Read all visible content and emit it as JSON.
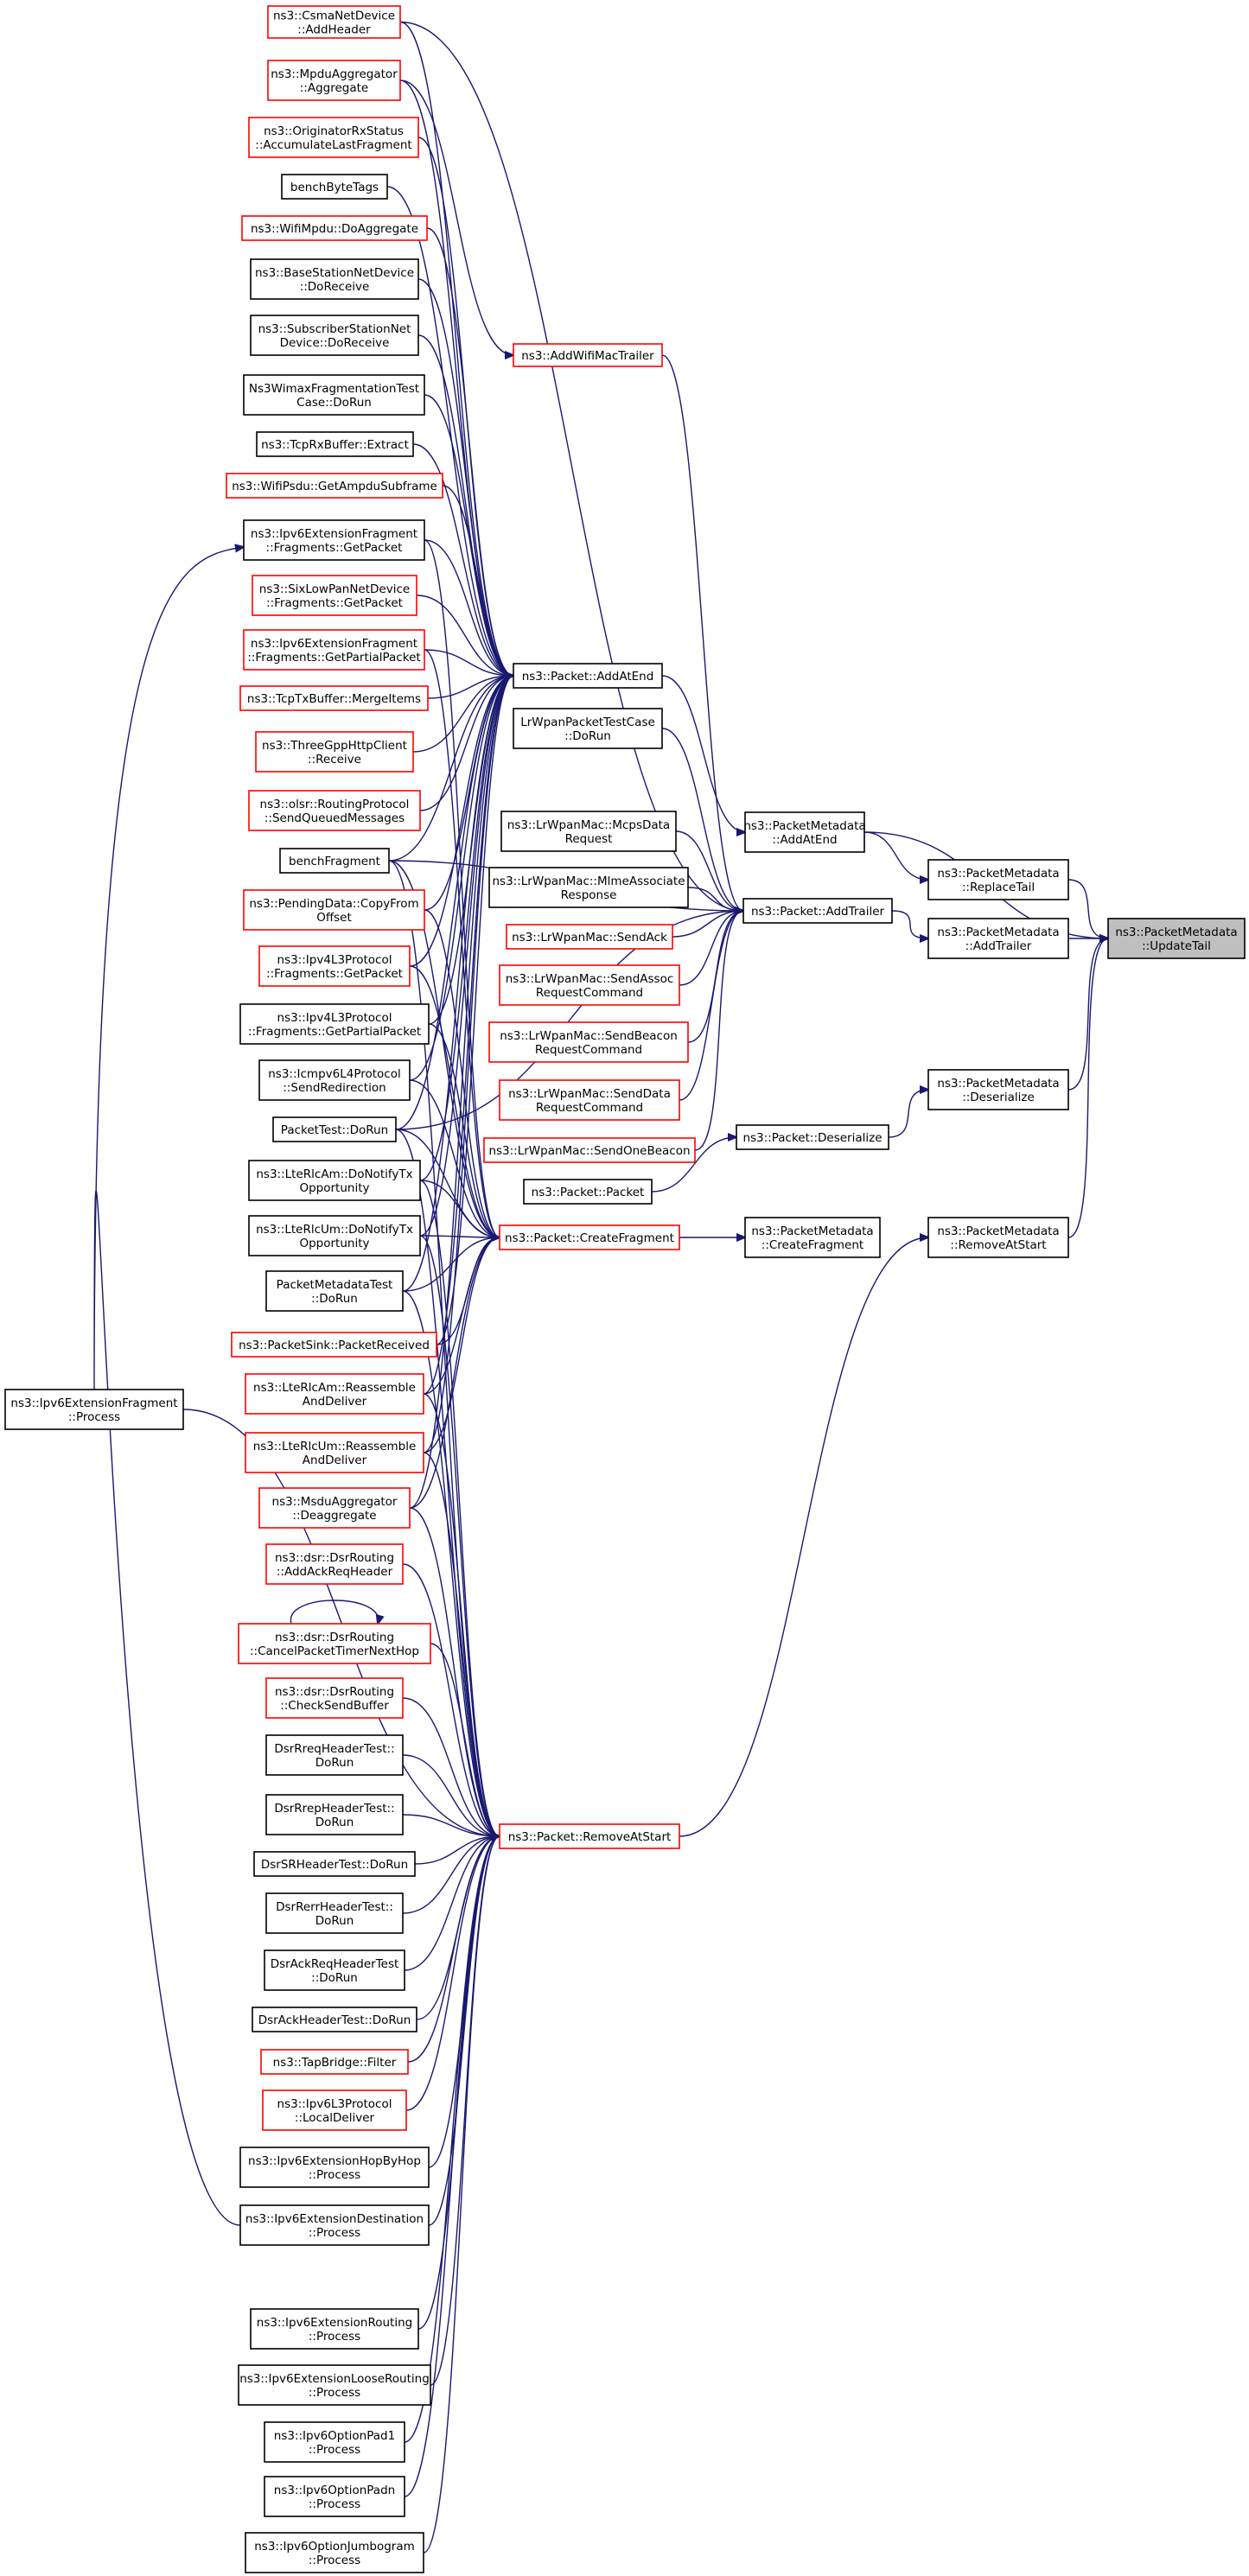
{
  "diagram": {
    "title": "",
    "colors": {
      "edge": "#191970",
      "linked_border": "#ff0000",
      "plain_border": "#000000",
      "selected_fill": "#bfbfbf"
    },
    "nodes": [
      {
        "id": "n1",
        "lines": [
          "ns3::CsmaNetDevice",
          "::AddHeader"
        ],
        "style": "red"
      },
      {
        "id": "n2",
        "lines": [
          "ns3::MpduAggregator",
          "::Aggregate"
        ],
        "style": "red"
      },
      {
        "id": "n3",
        "lines": [
          "ns3::OriginatorRxStatus",
          "::AccumulateLastFragment"
        ],
        "style": "red"
      },
      {
        "id": "n4",
        "lines": [
          "benchByteTags"
        ],
        "style": "black"
      },
      {
        "id": "n5",
        "lines": [
          "ns3::WifiMpdu::DoAggregate"
        ],
        "style": "red"
      },
      {
        "id": "n6",
        "lines": [
          "ns3::BaseStationNetDevice",
          "::DoReceive"
        ],
        "style": "black"
      },
      {
        "id": "n7",
        "lines": [
          "ns3::SubscriberStationNet",
          "Device::DoReceive"
        ],
        "style": "black"
      },
      {
        "id": "n8",
        "lines": [
          "Ns3WimaxFragmentationTest",
          "Case::DoRun"
        ],
        "style": "black"
      },
      {
        "id": "n9",
        "lines": [
          "ns3::TcpRxBuffer::Extract"
        ],
        "style": "black"
      },
      {
        "id": "n10",
        "lines": [
          "ns3::WifiPsdu::GetAmpduSubframe"
        ],
        "style": "red"
      },
      {
        "id": "n11",
        "lines": [
          "ns3::Ipv6ExtensionFragment",
          "::Fragments::GetPacket"
        ],
        "style": "black"
      },
      {
        "id": "n12",
        "lines": [
          "ns3::SixLowPanNetDevice",
          "::Fragments::GetPacket"
        ],
        "style": "red"
      },
      {
        "id": "n13",
        "lines": [
          "ns3::Ipv6ExtensionFragment",
          "::Fragments::GetPartialPacket"
        ],
        "style": "red"
      },
      {
        "id": "n14",
        "lines": [
          "ns3::TcpTxBuffer::MergeItems"
        ],
        "style": "red"
      },
      {
        "id": "n15",
        "lines": [
          "ns3::ThreeGppHttpClient",
          "::Receive"
        ],
        "style": "red"
      },
      {
        "id": "n16",
        "lines": [
          "ns3::olsr::RoutingProtocol",
          "::SendQueuedMessages"
        ],
        "style": "red"
      },
      {
        "id": "n17",
        "lines": [
          "benchFragment"
        ],
        "style": "black"
      },
      {
        "id": "n18",
        "lines": [
          "ns3::PendingData::CopyFrom",
          "Offset"
        ],
        "style": "red"
      },
      {
        "id": "n19",
        "lines": [
          "ns3::Ipv4L3Protocol",
          "::Fragments::GetPacket"
        ],
        "style": "red"
      },
      {
        "id": "n20",
        "lines": [
          "ns3::Ipv4L3Protocol",
          "::Fragments::GetPartialPacket"
        ],
        "style": "black"
      },
      {
        "id": "n21",
        "lines": [
          "ns3::Icmpv6L4Protocol",
          "::SendRedirection"
        ],
        "style": "black"
      },
      {
        "id": "n22",
        "lines": [
          "PacketTest::DoRun"
        ],
        "style": "black"
      },
      {
        "id": "n23",
        "lines": [
          "ns3::LteRlcAm::DoNotifyTx",
          "Opportunity"
        ],
        "style": "black"
      },
      {
        "id": "n24",
        "lines": [
          "ns3::LteRlcUm::DoNotifyTx",
          "Opportunity"
        ],
        "style": "black"
      },
      {
        "id": "n25",
        "lines": [
          "PacketMetadataTest",
          "::DoRun"
        ],
        "style": "black"
      },
      {
        "id": "n26",
        "lines": [
          "ns3::PacketSink::PacketReceived"
        ],
        "style": "red"
      },
      {
        "id": "n27",
        "lines": [
          "ns3::LteRlcAm::Reassemble",
          "AndDeliver"
        ],
        "style": "red"
      },
      {
        "id": "n28",
        "lines": [
          "ns3::LteRlcUm::Reassemble",
          "AndDeliver"
        ],
        "style": "red"
      },
      {
        "id": "n29",
        "lines": [
          "ns3::MsduAggregator",
          "::Deaggregate"
        ],
        "style": "red"
      },
      {
        "id": "n30",
        "lines": [
          "ns3::dsr::DsrRouting",
          "::AddAckReqHeader"
        ],
        "style": "red"
      },
      {
        "id": "n31",
        "lines": [
          "ns3::dsr::DsrRouting",
          "::CancelPacketTimerNextHop"
        ],
        "style": "red"
      },
      {
        "id": "n32",
        "lines": [
          "ns3::dsr::DsrRouting",
          "::CheckSendBuffer"
        ],
        "style": "red"
      },
      {
        "id": "n33",
        "lines": [
          "DsrRreqHeaderTest::",
          "DoRun"
        ],
        "style": "black"
      },
      {
        "id": "n34",
        "lines": [
          "DsrRrepHeaderTest::",
          "DoRun"
        ],
        "style": "black"
      },
      {
        "id": "n35",
        "lines": [
          "DsrSRHeaderTest::DoRun"
        ],
        "style": "black"
      },
      {
        "id": "n36",
        "lines": [
          "DsrRerrHeaderTest::",
          "DoRun"
        ],
        "style": "black"
      },
      {
        "id": "n37",
        "lines": [
          "DsrAckReqHeaderTest",
          "::DoRun"
        ],
        "style": "black"
      },
      {
        "id": "n38",
        "lines": [
          "DsrAckHeaderTest::DoRun"
        ],
        "style": "black"
      },
      {
        "id": "n39",
        "lines": [
          "ns3::TapBridge::Filter"
        ],
        "style": "red"
      },
      {
        "id": "n40",
        "lines": [
          "ns3::Ipv6L3Protocol",
          "::LocalDeliver"
        ],
        "style": "red"
      },
      {
        "id": "n41",
        "lines": [
          "ns3::Ipv6ExtensionHopByHop",
          "::Process"
        ],
        "style": "black"
      },
      {
        "id": "n42",
        "lines": [
          "ns3::Ipv6ExtensionDestination",
          "::Process"
        ],
        "style": "black"
      },
      {
        "id": "n43",
        "lines": [
          "ns3::Ipv6ExtensionRouting",
          "::Process"
        ],
        "style": "black"
      },
      {
        "id": "n44",
        "lines": [
          "ns3::Ipv6ExtensionLooseRouting",
          "::Process"
        ],
        "style": "black"
      },
      {
        "id": "n45",
        "lines": [
          "ns3::Ipv6OptionPad1",
          "::Process"
        ],
        "style": "black"
      },
      {
        "id": "n46",
        "lines": [
          "ns3::Ipv6OptionPadn",
          "::Process"
        ],
        "style": "black"
      },
      {
        "id": "n47",
        "lines": [
          "ns3::Ipv6OptionJumbogram",
          "::Process"
        ],
        "style": "black"
      },
      {
        "id": "n48",
        "lines": [
          "ns3::Ipv6ExtensionFragment",
          "::Process"
        ],
        "style": "black"
      },
      {
        "id": "n49",
        "lines": [
          "ns3::AddWifiMacTrailer"
        ],
        "style": "red"
      },
      {
        "id": "n50",
        "lines": [
          "ns3::Packet::AddAtEnd"
        ],
        "style": "black"
      },
      {
        "id": "n51",
        "lines": [
          "LrWpanPacketTestCase",
          "::DoRun"
        ],
        "style": "black"
      },
      {
        "id": "n52",
        "lines": [
          "ns3::LrWpanMac::McpsData",
          "Request"
        ],
        "style": "black"
      },
      {
        "id": "n53",
        "lines": [
          "ns3::LrWpanMac::MlmeAssociate",
          "Response"
        ],
        "style": "black"
      },
      {
        "id": "n54",
        "lines": [
          "ns3::LrWpanMac::SendAck"
        ],
        "style": "red"
      },
      {
        "id": "n55",
        "lines": [
          "ns3::LrWpanMac::SendAssoc",
          "RequestCommand"
        ],
        "style": "red"
      },
      {
        "id": "n56",
        "lines": [
          "ns3::LrWpanMac::SendBeacon",
          "RequestCommand"
        ],
        "style": "red"
      },
      {
        "id": "n57",
        "lines": [
          "ns3::LrWpanMac::SendData",
          "RequestCommand"
        ],
        "style": "red"
      },
      {
        "id": "n58",
        "lines": [
          "ns3::LrWpanMac::SendOneBeacon"
        ],
        "style": "red"
      },
      {
        "id": "n59",
        "lines": [
          "ns3::Packet::Packet"
        ],
        "style": "black"
      },
      {
        "id": "n60",
        "lines": [
          "ns3::Packet::CreateFragment"
        ],
        "style": "red"
      },
      {
        "id": "n61",
        "lines": [
          "ns3::Packet::RemoveAtStart"
        ],
        "style": "red"
      },
      {
        "id": "n62",
        "lines": [
          "ns3::PacketMetadata",
          "::AddAtEnd"
        ],
        "style": "black"
      },
      {
        "id": "n63",
        "lines": [
          "ns3::Packet::AddTrailer"
        ],
        "style": "black"
      },
      {
        "id": "n64",
        "lines": [
          "ns3::Packet::Deserialize"
        ],
        "style": "black"
      },
      {
        "id": "n65",
        "lines": [
          "ns3::PacketMetadata",
          "::CreateFragment"
        ],
        "style": "black"
      },
      {
        "id": "n66",
        "lines": [
          "ns3::PacketMetadata",
          "::ReplaceTail"
        ],
        "style": "black"
      },
      {
        "id": "n67",
        "lines": [
          "ns3::PacketMetadata",
          "::AddTrailer"
        ],
        "style": "black"
      },
      {
        "id": "n68",
        "lines": [
          "ns3::PacketMetadata",
          "::Deserialize"
        ],
        "style": "black"
      },
      {
        "id": "n69",
        "lines": [
          "ns3::PacketMetadata",
          "::RemoveAtStart"
        ],
        "style": "black"
      },
      {
        "id": "n70",
        "lines": [
          "ns3::PacketMetadata",
          "::UpdateTail"
        ],
        "style": "selected"
      }
    ],
    "edges": [
      [
        "n1",
        "n50"
      ],
      [
        "n2",
        "n50"
      ],
      [
        "n3",
        "n50"
      ],
      [
        "n4",
        "n50"
      ],
      [
        "n5",
        "n50"
      ],
      [
        "n6",
        "n50"
      ],
      [
        "n7",
        "n50"
      ],
      [
        "n8",
        "n50"
      ],
      [
        "n9",
        "n50"
      ],
      [
        "n10",
        "n50"
      ],
      [
        "n11",
        "n50"
      ],
      [
        "n12",
        "n50"
      ],
      [
        "n13",
        "n50"
      ],
      [
        "n14",
        "n50"
      ],
      [
        "n15",
        "n50"
      ],
      [
        "n16",
        "n50"
      ],
      [
        "n17",
        "n50"
      ],
      [
        "n18",
        "n50"
      ],
      [
        "n19",
        "n50"
      ],
      [
        "n20",
        "n50"
      ],
      [
        "n21",
        "n50"
      ],
      [
        "n22",
        "n50"
      ],
      [
        "n23",
        "n50"
      ],
      [
        "n24",
        "n50"
      ],
      [
        "n25",
        "n50"
      ],
      [
        "n26",
        "n50"
      ],
      [
        "n27",
        "n50"
      ],
      [
        "n28",
        "n50"
      ],
      [
        "n29",
        "n50"
      ],
      [
        "n1",
        "n63"
      ],
      [
        "n2",
        "n49"
      ],
      [
        "n49",
        "n63"
      ],
      [
        "n51",
        "n63"
      ],
      [
        "n52",
        "n63"
      ],
      [
        "n53",
        "n63"
      ],
      [
        "n54",
        "n63"
      ],
      [
        "n55",
        "n63"
      ],
      [
        "n56",
        "n63"
      ],
      [
        "n57",
        "n63"
      ],
      [
        "n58",
        "n63"
      ],
      [
        "n17",
        "n63"
      ],
      [
        "n22",
        "n63"
      ],
      [
        "n59",
        "n64"
      ],
      [
        "n11",
        "n60"
      ],
      [
        "n13",
        "n60"
      ],
      [
        "n17",
        "n60"
      ],
      [
        "n18",
        "n60"
      ],
      [
        "n19",
        "n60"
      ],
      [
        "n20",
        "n60"
      ],
      [
        "n21",
        "n60"
      ],
      [
        "n22",
        "n60"
      ],
      [
        "n23",
        "n60"
      ],
      [
        "n24",
        "n60"
      ],
      [
        "n25",
        "n60"
      ],
      [
        "n26",
        "n60"
      ],
      [
        "n27",
        "n60"
      ],
      [
        "n28",
        "n60"
      ],
      [
        "n29",
        "n60"
      ],
      [
        "n17",
        "n61"
      ],
      [
        "n22",
        "n61"
      ],
      [
        "n23",
        "n61"
      ],
      [
        "n24",
        "n61"
      ],
      [
        "n25",
        "n61"
      ],
      [
        "n27",
        "n61"
      ],
      [
        "n28",
        "n61"
      ],
      [
        "n29",
        "n61"
      ],
      [
        "n30",
        "n61"
      ],
      [
        "n31",
        "n61"
      ],
      [
        "n32",
        "n61"
      ],
      [
        "n33",
        "n61"
      ],
      [
        "n34",
        "n61"
      ],
      [
        "n35",
        "n61"
      ],
      [
        "n36",
        "n61"
      ],
      [
        "n37",
        "n61"
      ],
      [
        "n38",
        "n61"
      ],
      [
        "n39",
        "n61"
      ],
      [
        "n40",
        "n61"
      ],
      [
        "n41",
        "n61"
      ],
      [
        "n42",
        "n61"
      ],
      [
        "n43",
        "n61"
      ],
      [
        "n44",
        "n61"
      ],
      [
        "n45",
        "n61"
      ],
      [
        "n46",
        "n61"
      ],
      [
        "n47",
        "n61"
      ],
      [
        "n48",
        "n61"
      ],
      [
        "n31",
        "n31"
      ],
      [
        "n42",
        "n11"
      ],
      [
        "n50",
        "n62"
      ],
      [
        "n63",
        "n67"
      ],
      [
        "n64",
        "n68"
      ],
      [
        "n60",
        "n65"
      ],
      [
        "n61",
        "n69"
      ],
      [
        "n62",
        "n66"
      ],
      [
        "n62",
        "n70"
      ],
      [
        "n66",
        "n70"
      ],
      [
        "n67",
        "n70"
      ],
      [
        "n68",
        "n70"
      ],
      [
        "n69",
        "n70"
      ]
    ]
  }
}
